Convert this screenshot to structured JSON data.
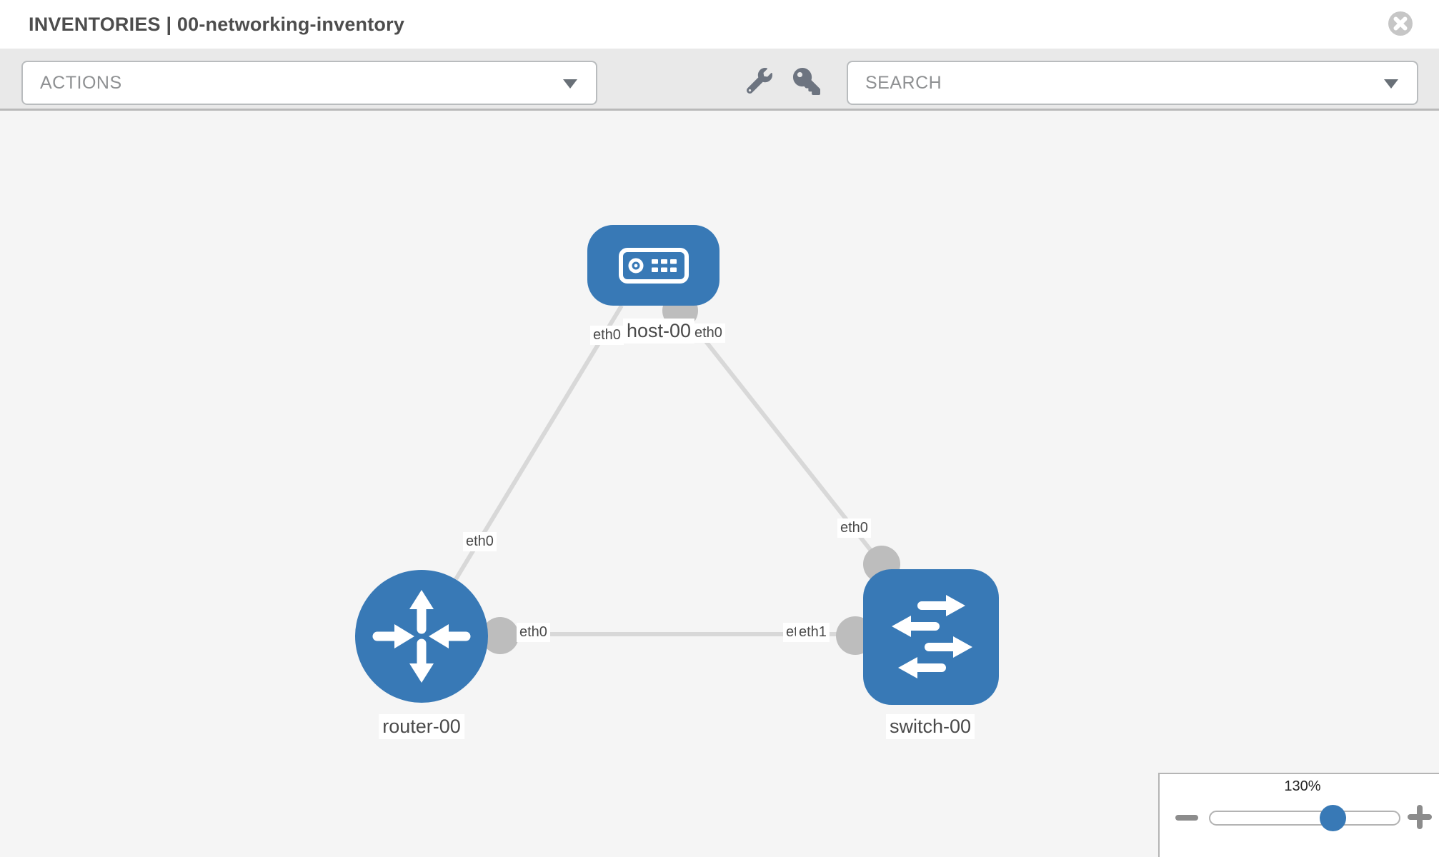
{
  "header": {
    "title": "INVENTORIES | 00-networking-inventory"
  },
  "toolbar": {
    "actions_label": "ACTIONS",
    "search_label": "SEARCH"
  },
  "icons": {
    "close": "x-circle",
    "wrench": "wrench",
    "key": "key",
    "actions_caret": "chevron-down",
    "search_caret": "chevron-down",
    "zoom_out": "minus",
    "zoom_in": "plus"
  },
  "graph": {
    "nodes": [
      {
        "label": "host-00",
        "type": "host"
      },
      {
        "label": "router-00",
        "type": "router"
      },
      {
        "label": "switch-00",
        "type": "switch"
      }
    ],
    "links": [
      {
        "from": "host-00",
        "to": "router-00",
        "from_label": "eth0",
        "to_label": "eth0"
      },
      {
        "from": "host-00",
        "to": "switch-00",
        "from_label": "eth0",
        "to_label": "eth0"
      },
      {
        "from": "router-00",
        "to": "switch-00",
        "from_label": "eth0",
        "to_label": "eth1",
        "to_label_overlapped": "eth1"
      }
    ]
  },
  "zoom_control": {
    "value": "130%"
  },
  "colors": {
    "node_blue": "#3879b6",
    "link_gray": "#d8d8d8",
    "connector_gray": "#bdbdbd",
    "toolbar_gray": "#e9e9e9"
  }
}
